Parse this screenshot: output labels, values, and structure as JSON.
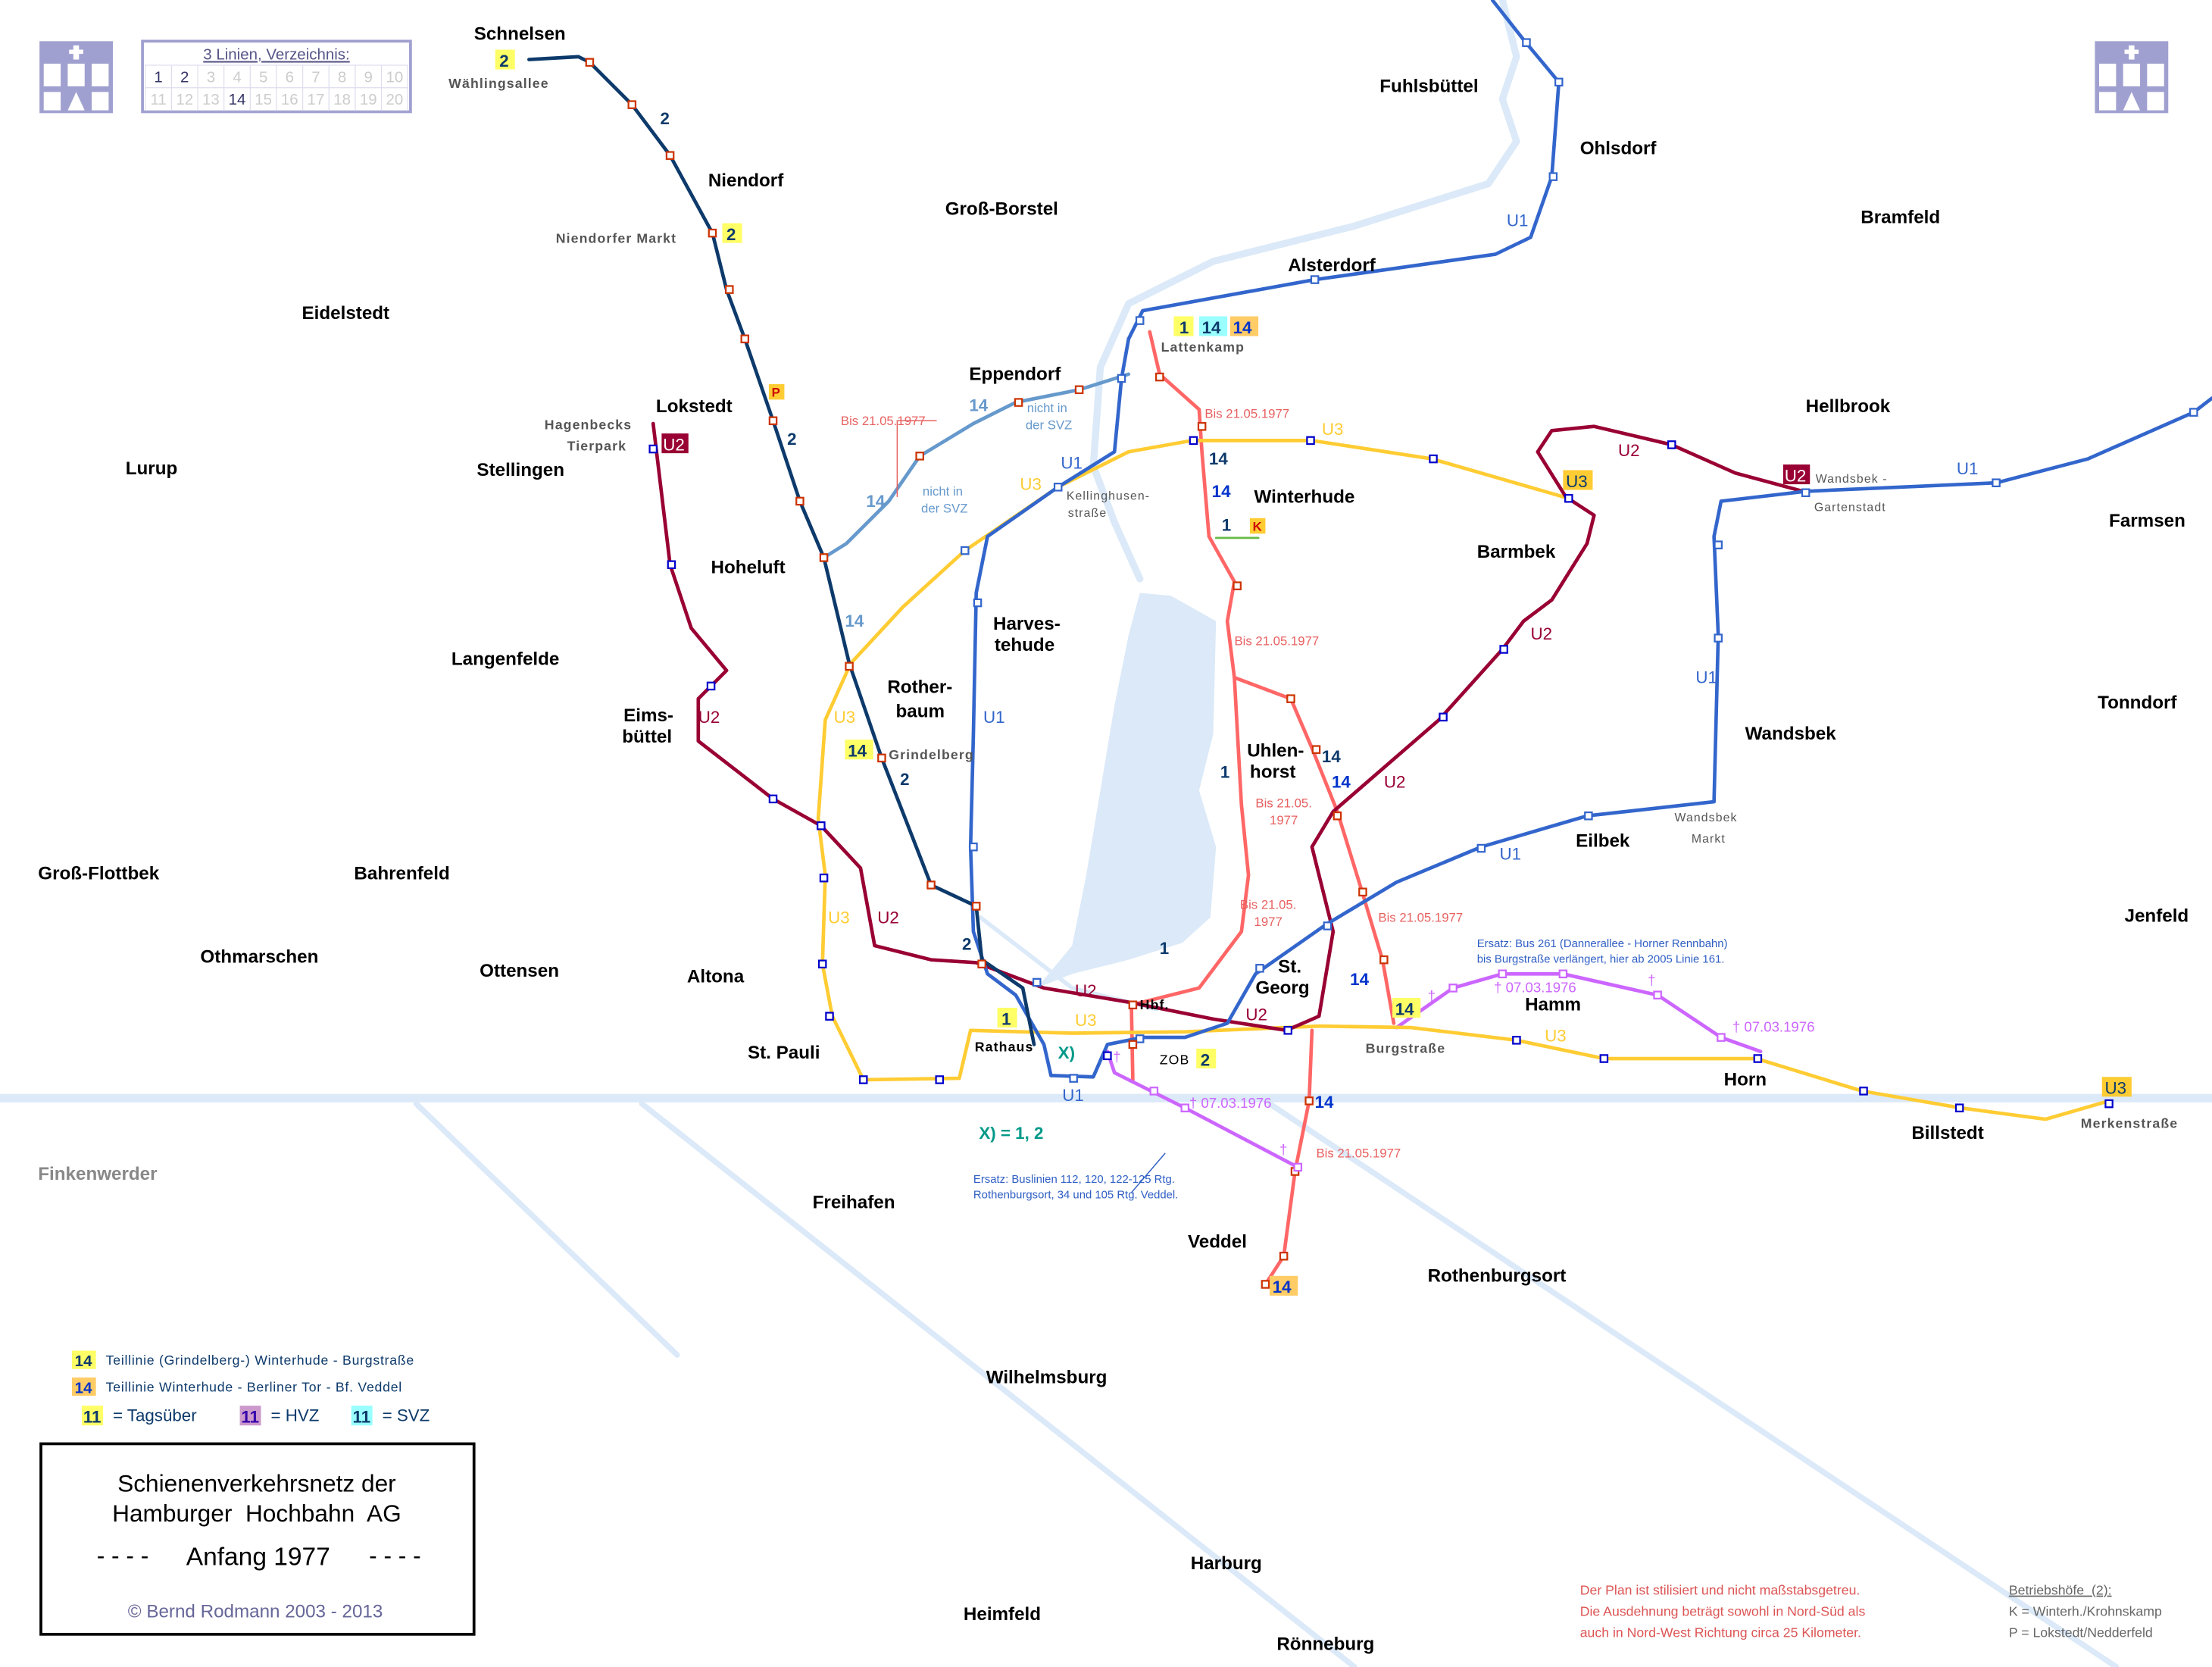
{
  "logo": {
    "text": "HHA"
  },
  "line_index": {
    "title": "3 Linien, Verzeichnis:",
    "numbers": [
      "1",
      "2",
      "3",
      "4",
      "5",
      "6",
      "7",
      "8",
      "9",
      "10",
      "11",
      "12",
      "13",
      "14",
      "15",
      "16",
      "17",
      "18",
      "19",
      "20"
    ],
    "active": [
      "1",
      "2",
      "14"
    ]
  },
  "districts": {
    "schnelsen": "Schnelsen",
    "niendorf": "Niendorf",
    "eidelstedt": "Eidelstedt",
    "gross_borstel": "Groß-Borstel",
    "fuhlsbuettel": "Fuhlsbüttel",
    "ohlsdorf": "Ohlsdorf",
    "bramfeld": "Bramfeld",
    "alsterdorf": "Alsterdorf",
    "eppendorf": "Eppendorf",
    "lokstedt": "Lokstedt",
    "lurup": "Lurup",
    "stellingen": "Stellingen",
    "hellbrook": "Hellbrook",
    "winterhude": "Winterhude",
    "farmsen": "Farmsen",
    "barmbek": "Barmbek",
    "hoheluft": "Hoheluft",
    "harvestehude_1": "Harves-",
    "harvestehude_2": "tehude",
    "langenfelde": "Langenfelde",
    "rotherbaum_1": "Rother-",
    "rotherbaum_2": "baum",
    "tonndorf": "Tonndorf",
    "eimsbuettel_1": "Eims-",
    "eimsbuettel_2": "büttel",
    "uhlenhorst_1": "Uhlen-",
    "uhlenhorst_2": "horst",
    "wandsbek": "Wandsbek",
    "eilbek": "Eilbek",
    "gross_flottbek": "Groß-Flottbek",
    "bahrenfeld": "Bahrenfeld",
    "jenfeld": "Jenfeld",
    "othmarschen": "Othmarschen",
    "ottensen": "Ottensen",
    "altona": "Altona",
    "st_georg_1": "St.",
    "st_georg_2": "Georg",
    "hamm": "Hamm",
    "st_pauli": "St. Pauli",
    "horn": "Horn",
    "billstedt": "Billstedt",
    "finkenwerder": "Finkenwerder",
    "freihafen": "Freihafen",
    "veddel": "Veddel",
    "rothenburgsort": "Rothenburgsort",
    "wilhelmsburg": "Wilhelmsburg",
    "harburg": "Harburg",
    "heimfeld": "Heimfeld",
    "roenneburg": "Rönneburg"
  },
  "stations": {
    "waehlingsallee": "Wählingsallee",
    "niendorfer_markt": "Niendorfer Markt",
    "lattenkamp": "Lattenkamp",
    "hagenbeck_1": "Hagenbecks",
    "hagenbeck_2": "Tierpark",
    "grindelberg": "Grindelberg",
    "kellinghusen_1": "Kellinghusen-",
    "kellinghusen_2": "straße",
    "wandsbek_markt_1": "Wandsbek",
    "wandsbek_markt_2": "Markt",
    "gartenstadt_1": "Wandsbek -",
    "gartenstadt_2": "Gartenstadt",
    "hbf": "Hbf.",
    "rathaus": "Rathaus",
    "zob": "ZOB",
    "burgstrasse": "Burgstraße",
    "merkenstrasse": "Merkenstraße"
  },
  "line_labels": {
    "l1": "1",
    "l2": "2",
    "l14": "14",
    "u1": "U1",
    "u2": "U2",
    "u3": "U3",
    "x": "X)",
    "k": "K",
    "p": "P"
  },
  "notes": {
    "bis_1977": "Bis 21.05.1977",
    "bis_short_1": "Bis 21.05.",
    "bis_short_2": "1977",
    "nicht_svz_1": "nicht in",
    "nicht_svz_2": "der SVZ",
    "closed": "† 07.03.1976",
    "dagger": "†",
    "x_def": "X) = 1, 2",
    "ersatz_bus_1": "Ersatz: Buslinien 112, 120, 122-125 Rtg.",
    "ersatz_bus_2": "Rothenburgsort, 34 und 105 Rtg. Veddel.",
    "ersatz_261_1": "Ersatz: Bus 261 (Dannerallee - Horner Rennbahn)",
    "ersatz_261_2": "bis Burgstraße verlängert, hier ab 2005 Linie 161."
  },
  "legend": {
    "teil1_badge": "14",
    "teil1": "Teillinie (Grindelberg-) Winterhude - Burgstraße",
    "teil2_badge": "14",
    "teil2": "Teillinie Winterhude - Berliner Tor - Bf. Veddel",
    "badge": "11",
    "tags": "= Tagsüber",
    "hvz": "= HVZ",
    "svz": "= SVZ"
  },
  "title_box": {
    "line1": "Schienenverkehrsnetz der",
    "line2": "Hamburger  Hochbahn  AG",
    "dash": "- - - -",
    "subtitle": "Anfang 1977",
    "copyright": "© Bernd Rodmann 2003 - 2013"
  },
  "disclaimer": {
    "line1": "Der Plan ist stilisiert und nicht maßstabsgetreu.",
    "line2": "Die Ausdehnung beträgt sowohl in Nord-Süd als",
    "line3": "auch in Nord-West Richtung circa 25 Kilometer."
  },
  "depots": {
    "title": "Betriebshöfe  (2):",
    "k": "K = Winterh./Krohnskamp",
    "p": "P = Lokstedt/Nedderfeld"
  },
  "colors": {
    "line2": "#0d3a6b",
    "u1": "#3366cc",
    "u2": "#990033",
    "u3": "#ffcc33",
    "line1": "#ff6666",
    "line14": "#6699cc",
    "closed": "#cc66ff",
    "water": "#dbe9f8",
    "hha": "#a0a0d0"
  }
}
